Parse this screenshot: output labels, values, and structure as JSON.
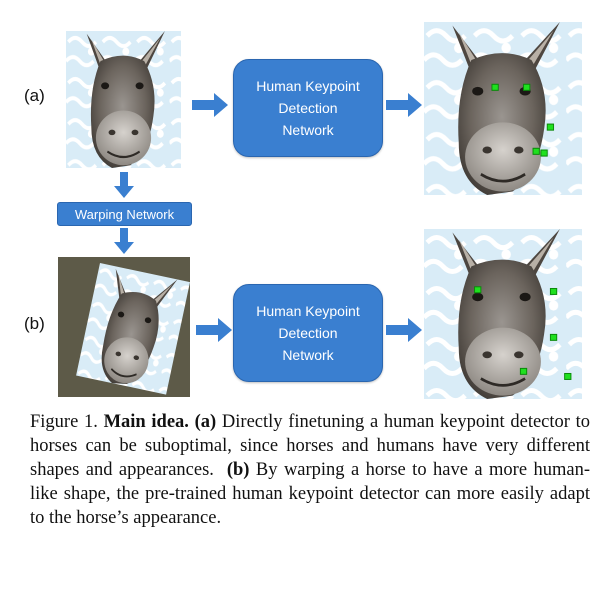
{
  "labels": {
    "a": "(a)",
    "b": "(b)"
  },
  "network_box_a": {
    "line1": "Human Keypoint",
    "line2": "Detection",
    "line3": "Network"
  },
  "network_box_b": {
    "line1": "Human Keypoint",
    "line2": "Detection",
    "line3": "Network"
  },
  "warping_network": "Warping Network",
  "caption": {
    "figure_label": "Figure 1.",
    "title": "Main idea.",
    "a_marker": "(a)",
    "a_text": "Directly finetuning a human keypoint detector to horses can be suboptimal, since horses and humans have very different shapes and appearances.",
    "b_marker": "(b)",
    "b_text": "By warping a horse to have a more human-like shape, the pre-trained human keypoint detector can more easily adapt to the horse’s appearance."
  },
  "colors": {
    "box_fill": "#3a7fd0",
    "arrow": "#3a7fd0",
    "keypoint": "#1fe01f",
    "warp_background": "#5d5a48"
  }
}
